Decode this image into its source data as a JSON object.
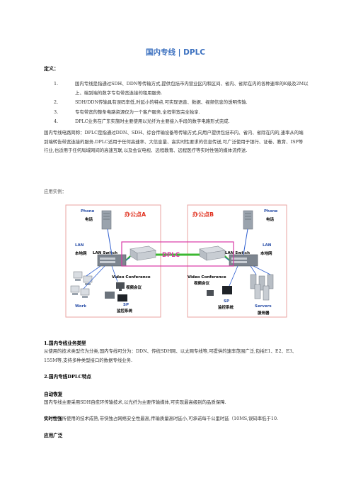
{
  "doc": {
    "title": "国内专线 | DPLC",
    "def_heading": "定义：",
    "def_items": [
      {
        "num": "1.",
        "text": "国内专线是指通过SDH、DDN等传输方式,提供包括市内营业区内和区间、省内、省际在内的各种速率的K级及2M以上、端到端的数字专有带宽连接的租用服务."
      },
      {
        "num": "2.",
        "text": "SDH/DDN传输具有误码率低,时延小的特点,可实现语音、数据、视频信息的透明传输."
      },
      {
        "num": "3.",
        "text": "专有带宽的整条电路资源仅为一个客户服务,全程带宽完全独享."
      },
      {
        "num": "4.",
        "text": "DPLC业务在广东实施时主要使用以光纤为主要接入手段的数字电路形式完成."
      }
    ],
    "intro_para": "国内专线电路简称：DPLC是指通过DDN、SDH、综合传输设备等传输方式,向用户提供包括市内、省内、省际在内的,速率从的端到端转告带宽连接的服务.DPLC适用于任何高速率、大信息量、高实时性要求的信息传送,可广泛使用于银行、证卷、教育、ISP等行业,也适用于任何局域网间的高速互联,以及会议电视、远程教育、远程医疗等实时性强的媒体流传送.",
    "example_label": "应用实例：",
    "sec1_heading": "1.国内专线业务类型",
    "sec1_text": "从使用的技术类型作为分类,国内专线可分为：DDN、传统SDH网、以太网专线等,可提供的速率范围广泛,包括E1、E2、E3、155M等,支持多种类型接口的数据专线业务.",
    "sec2_heading": "2.国内专线DPLC特点",
    "sub1_heading": "自动恢复",
    "sub1_text": "国内专线主要采用SDH自愈环传输技术,以光纤为主要传输媒体,可实现最高级别的品质保障.",
    "sub2_heading": "实时性强",
    "sub2_text": "所使用的技术成熟,带快独占网络安全性最高,传输质量高时延小,可承诺每千公里时延（10MS,误码率低于10.",
    "sub3_heading": "应用广泛"
  },
  "diagram": {
    "site_a": "办公点A",
    "site_b": "办公点B",
    "link_label": "DPLC",
    "phone_en": "Phone",
    "phone_cn": "电话",
    "lan_en": "LAN",
    "lan_cn": "本地网",
    "lan_switch": "LAN Switch",
    "video_conf": "Video Conference",
    "video_conf_cn_a": "视频会议",
    "video_conf_cn_b": "视频会议",
    "work": "Work",
    "sp": "SP",
    "monitor_cn": "监控系统",
    "servers": "Servers",
    "servers_cn": "服务器"
  },
  "colors": {
    "title_blue": "#3a6fbf",
    "site_label_red": "#e0301e",
    "dplc_magenta": "#d93aa6",
    "box_border": "#e8a3a0",
    "link_green": "#3cb832",
    "lan_cable": "#2f5fd0"
  }
}
